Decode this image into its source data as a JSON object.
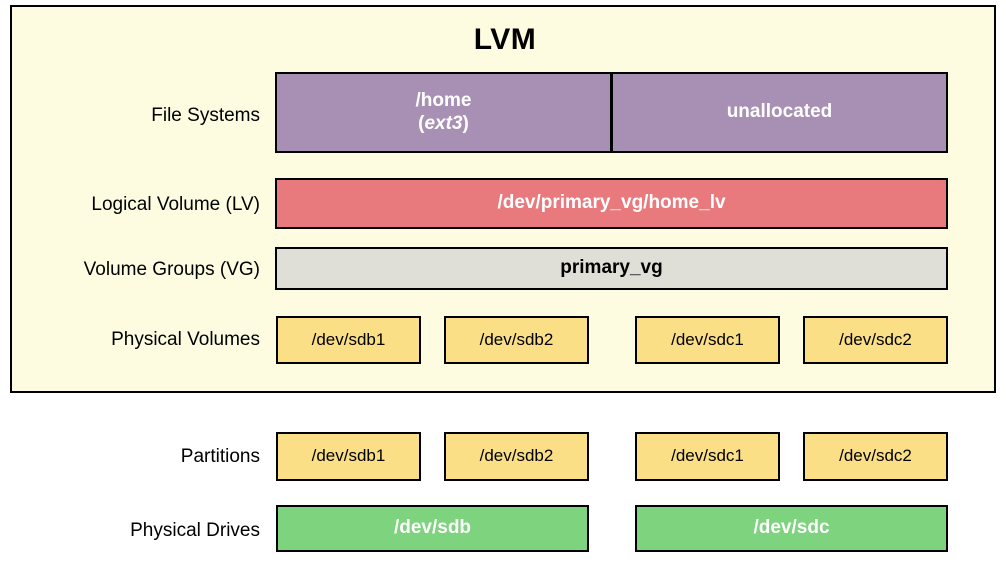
{
  "diagram": {
    "type": "lvm-storage-stack",
    "title": "LVM",
    "colors": {
      "container_background": "#fdfbe0",
      "page_background": "#ffffff",
      "border": "#000000",
      "file_system": "#a890b4",
      "logical_volume": "#e8797c",
      "volume_group": "#dfdfd8",
      "physical_volume": "#fbdf86",
      "partition": "#fbdf86",
      "physical_drive": "#7ed37f"
    }
  },
  "lvm_section": {
    "title": "LVM",
    "rows": [
      {
        "label": "File Systems",
        "boxes": [
          {
            "name": "/home",
            "format": "(ext3)",
            "format_open": "(",
            "format_body": "ext3",
            "format_close": ")"
          },
          {
            "name": "unallocated"
          }
        ]
      },
      {
        "label": "Logical Volume (LV)",
        "boxes": [
          {
            "name": "/dev/primary_vg/home_lv"
          }
        ]
      },
      {
        "label": "Volume Groups (VG)",
        "boxes": [
          {
            "name": "primary_vg"
          }
        ]
      },
      {
        "label": "Physical Volumes",
        "boxes": [
          {
            "name": "/dev/sdb1"
          },
          {
            "name": "/dev/sdb2"
          },
          {
            "name": "/dev/sdc1"
          },
          {
            "name": "/dev/sdc2"
          }
        ]
      }
    ]
  },
  "hardware_section": {
    "rows": [
      {
        "label": "Partitions",
        "boxes": [
          {
            "name": "/dev/sdb1"
          },
          {
            "name": "/dev/sdb2"
          },
          {
            "name": "/dev/sdc1"
          },
          {
            "name": "/dev/sdc2"
          }
        ]
      },
      {
        "label": "Physical Drives",
        "boxes": [
          {
            "name": "/dev/sdb"
          },
          {
            "name": "/dev/sdc"
          }
        ]
      }
    ]
  }
}
